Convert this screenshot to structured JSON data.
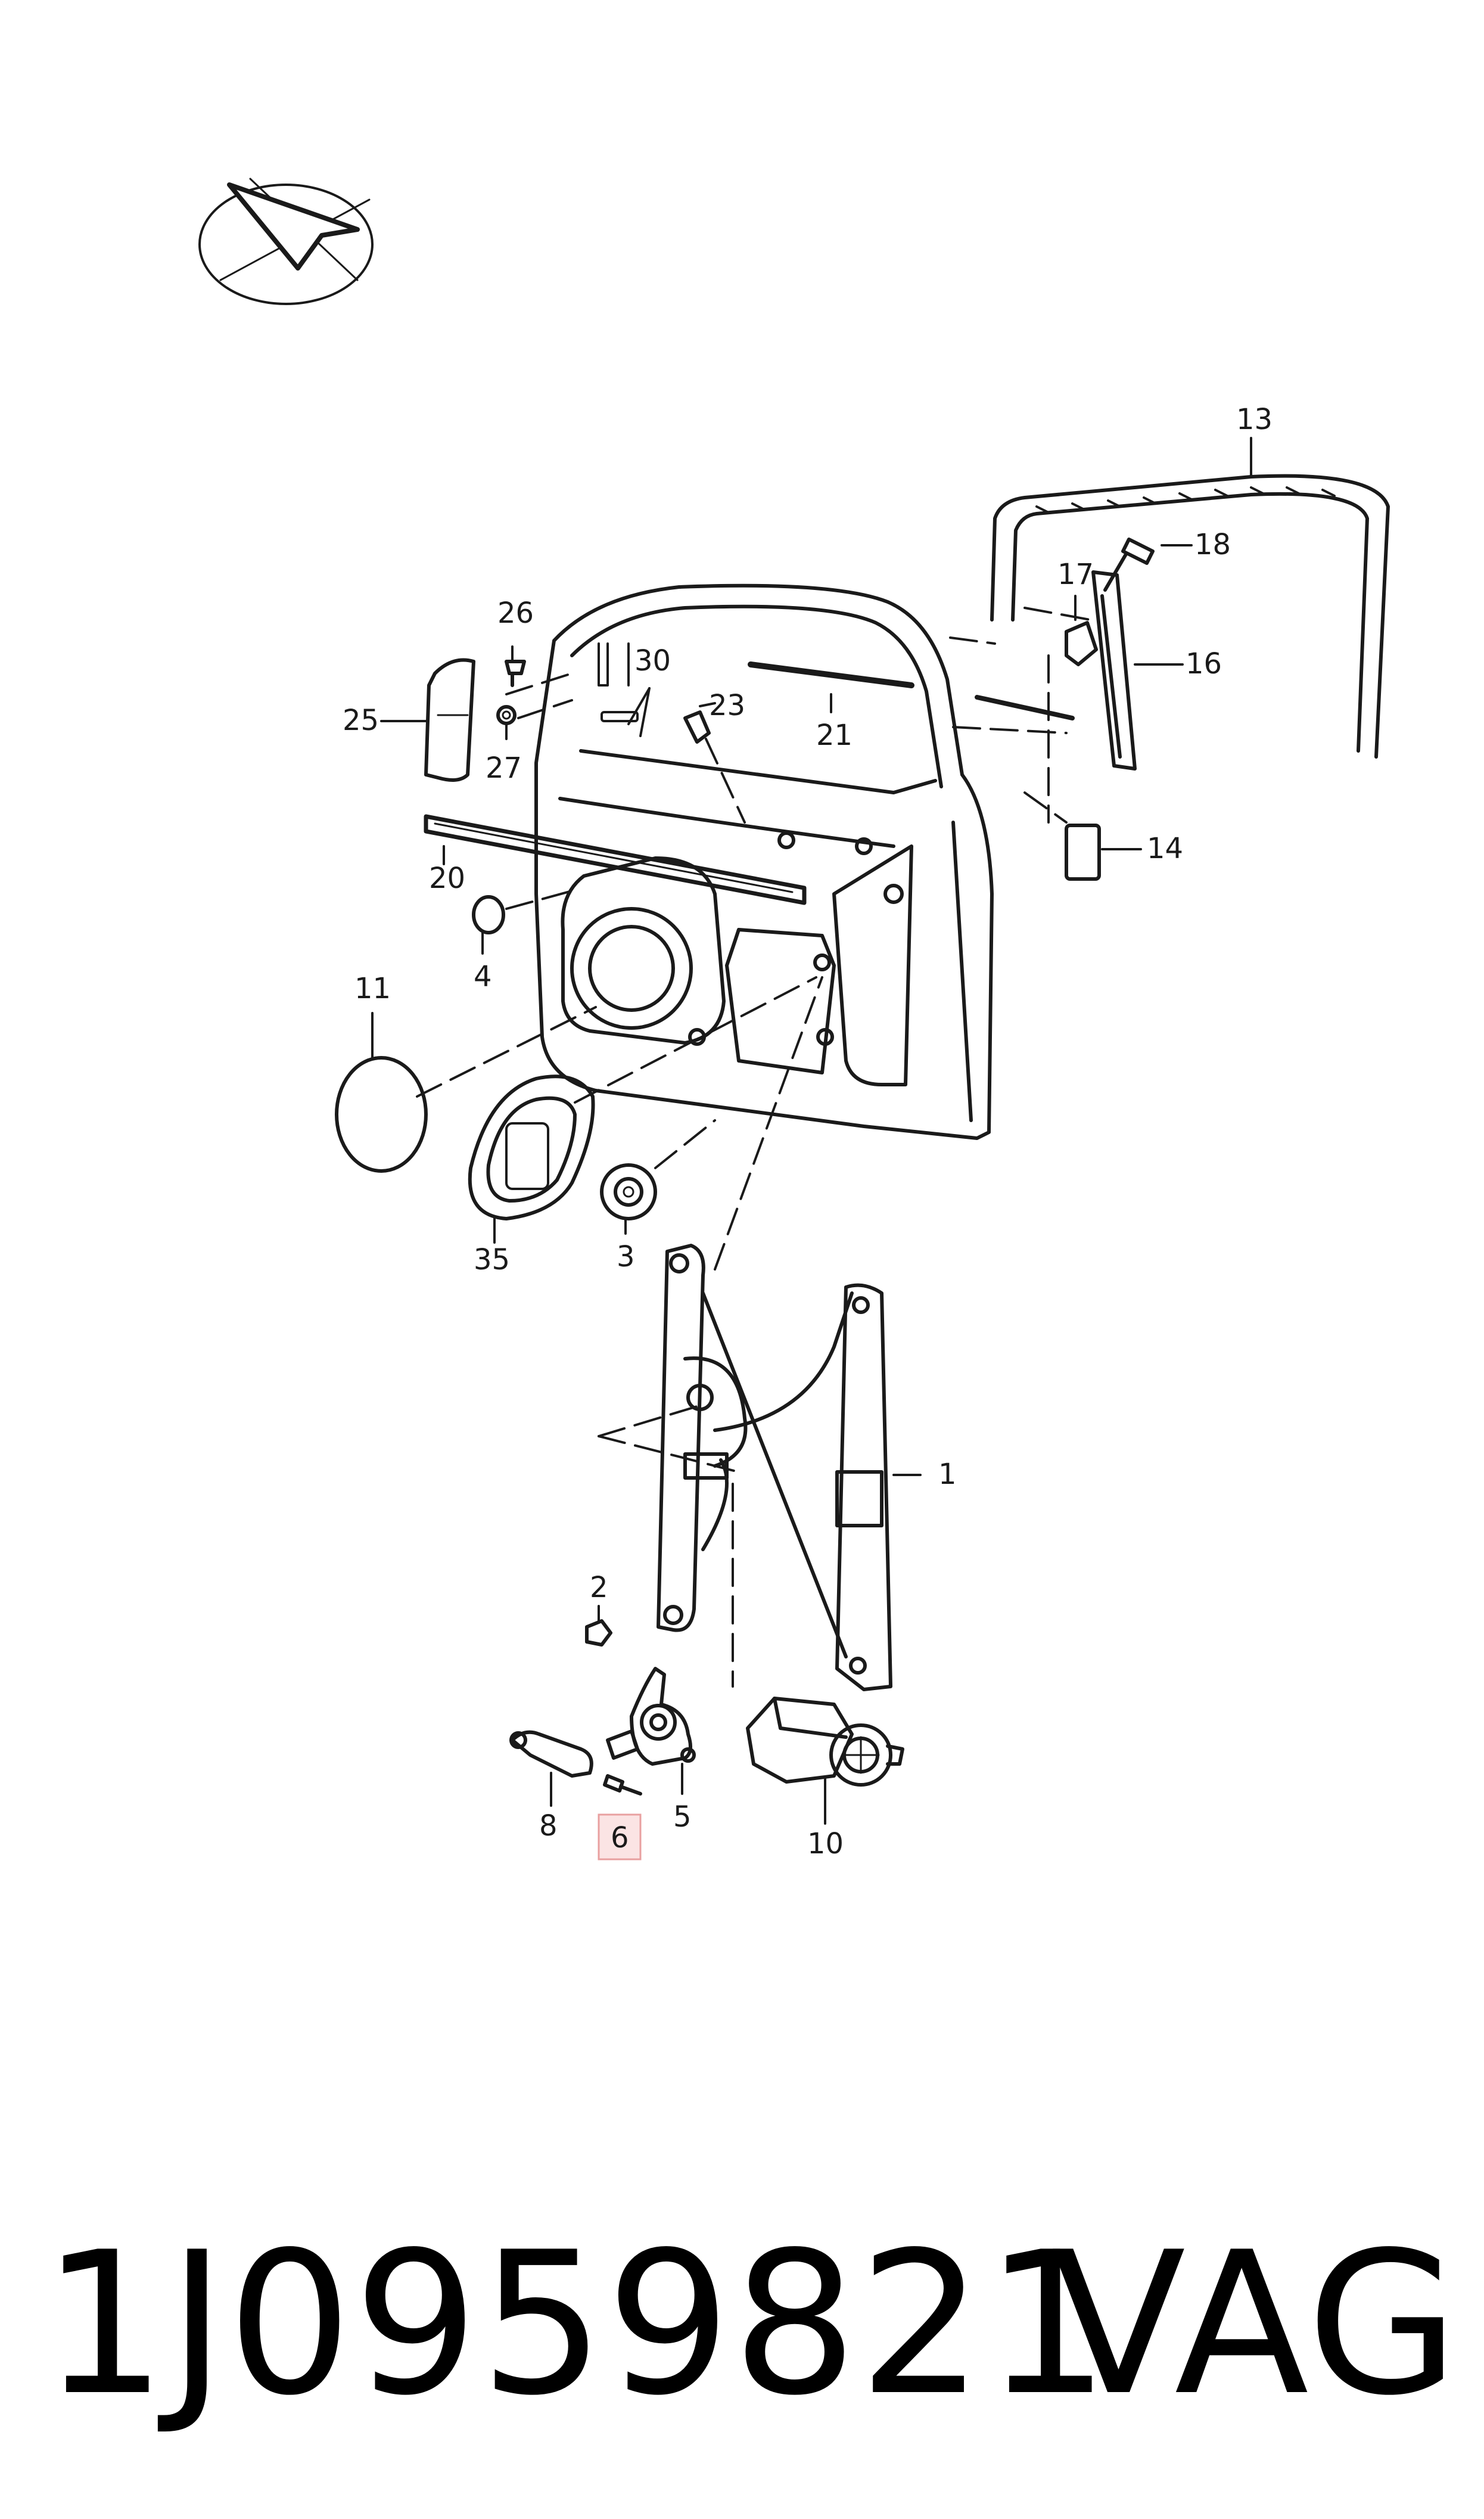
{
  "diagram": {
    "callouts": [
      {
        "id": "1",
        "label": "1"
      },
      {
        "id": "2",
        "label": "2"
      },
      {
        "id": "3",
        "label": "3"
      },
      {
        "id": "4",
        "label": "4"
      },
      {
        "id": "5",
        "label": "5"
      },
      {
        "id": "6",
        "label": "6",
        "highlighted": true
      },
      {
        "id": "8",
        "label": "8"
      },
      {
        "id": "10",
        "label": "10"
      },
      {
        "id": "11",
        "label": "11"
      },
      {
        "id": "13",
        "label": "13"
      },
      {
        "id": "14",
        "label": "14"
      },
      {
        "id": "16",
        "label": "16"
      },
      {
        "id": "17",
        "label": "17"
      },
      {
        "id": "18",
        "label": "18"
      },
      {
        "id": "20",
        "label": "20"
      },
      {
        "id": "21",
        "label": "21"
      },
      {
        "id": "23",
        "label": "23"
      },
      {
        "id": "25",
        "label": "25"
      },
      {
        "id": "26",
        "label": "26"
      },
      {
        "id": "27",
        "label": "27"
      },
      {
        "id": "30",
        "label": "30"
      },
      {
        "id": "35",
        "label": "35"
      }
    ],
    "highlight_color": "#e8a0a0",
    "highlight_fill": "#fbe4e4"
  },
  "footer": {
    "part_number": "1J0959821",
    "brand": "VAG"
  }
}
